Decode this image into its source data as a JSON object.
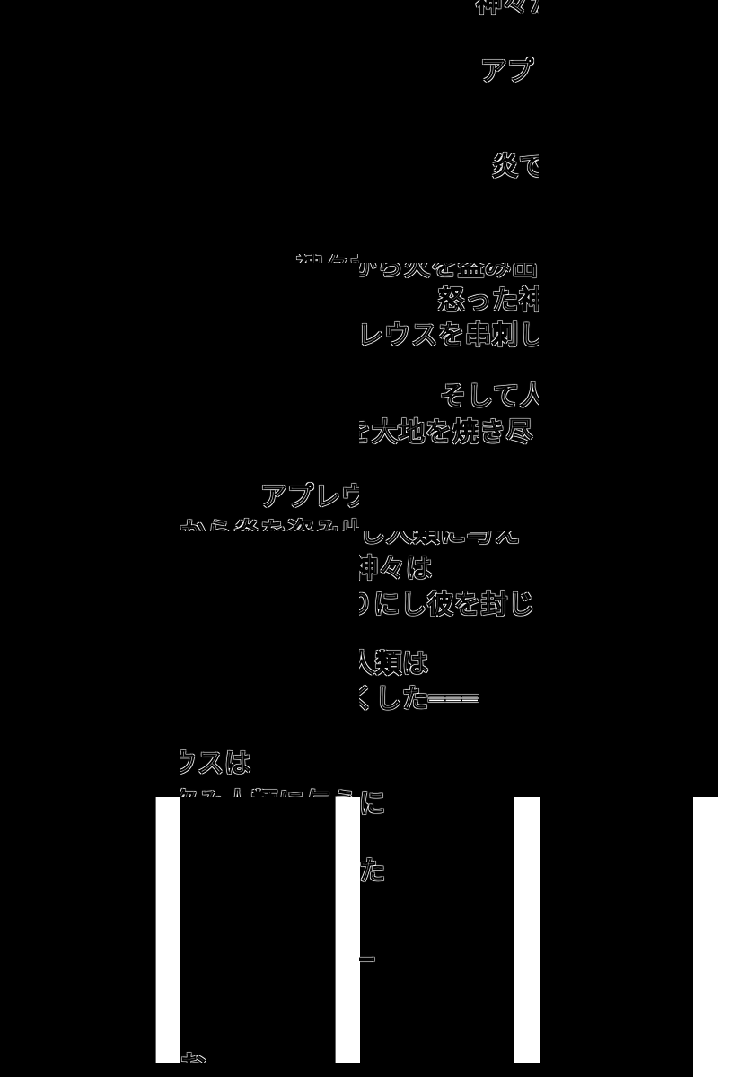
{
  "background_color": "#000000",
  "text_color": "#ffffff",
  "top_column": {
    "line1": "神々か",
    "line2": "アプ",
    "line3": "炎で"
  },
  "tile_a": {
    "line1": "神々から火を盗み出",
    "line2": "怒った神",
    "line3": "レウスを串刺し",
    "line4": "そして人",
    "line5": "を大地を焼き尽"
  },
  "tile_b": {
    "line1": "アプレウ",
    "line2": "から炎を盗み出",
    "line3": "し人類に与え",
    "line4": "神々は",
    "line5": "りにし彼を封じ",
    "line6": "人類は",
    "line7": "くした═══"
  },
  "tile_c": {
    "line1": "ウスは",
    "line2": "盗み人類に与え",
    "line3": "に",
    "line4": "た",
    "line5": "ー",
    "line6": "お"
  }
}
